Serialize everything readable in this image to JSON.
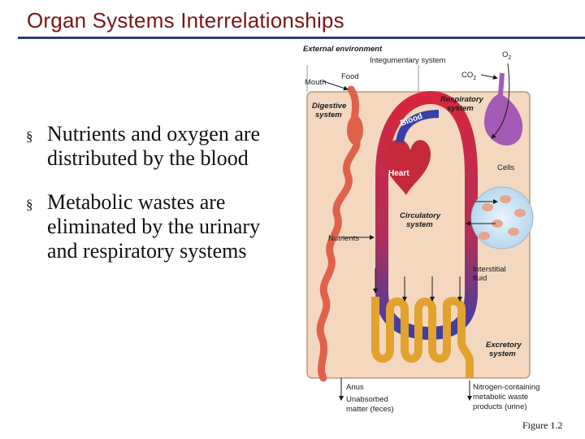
{
  "slide": {
    "title": "Organ Systems Interrelationships",
    "bullets": [
      "Nutrients and oxygen are distributed by the blood",
      "Metabolic wastes are eliminated by the urinary and respiratory systems"
    ],
    "figure_caption": "Figure 1.2"
  },
  "diagram": {
    "labels": {
      "external_environment": "External environment",
      "integumentary_system": "Integumentary system",
      "o2": "O",
      "o2_sub": "2",
      "co2": "CO",
      "co2_sub": "2",
      "mouth": "Mouth",
      "food": "Food",
      "respiratory_system_1": "Respiratory",
      "respiratory_system_2": "system",
      "digestive_system_1": "Digestive",
      "digestive_system_2": "system",
      "blood": "Blood",
      "heart": "Heart",
      "cells": "Cells",
      "circulatory_system_1": "Circulatory",
      "circulatory_system_2": "system",
      "nutrients": "Nutrients",
      "interstitial_fluid_1": "Interstitial",
      "interstitial_fluid_2": "fluid",
      "excretory_system_1": "Excretory",
      "excretory_system_2": "system",
      "anus": "Anus",
      "unabsorbed_1": "Unabsorbed",
      "unabsorbed_2": "matter (feces)",
      "nitrogen_1": "Nitrogen-containing",
      "nitrogen_2": "metabolic waste",
      "nitrogen_3": "products (urine)"
    }
  },
  "colors": {
    "title": "#7a1515",
    "rule": "#2c3b7a",
    "body_bg": "#f3d8bf",
    "digestive": "#e0624a",
    "blood_red": "#d7263d",
    "blood_blue": "#3a3fa8",
    "excretory": "#e1a22e",
    "respiratory": "#a35bb5"
  }
}
